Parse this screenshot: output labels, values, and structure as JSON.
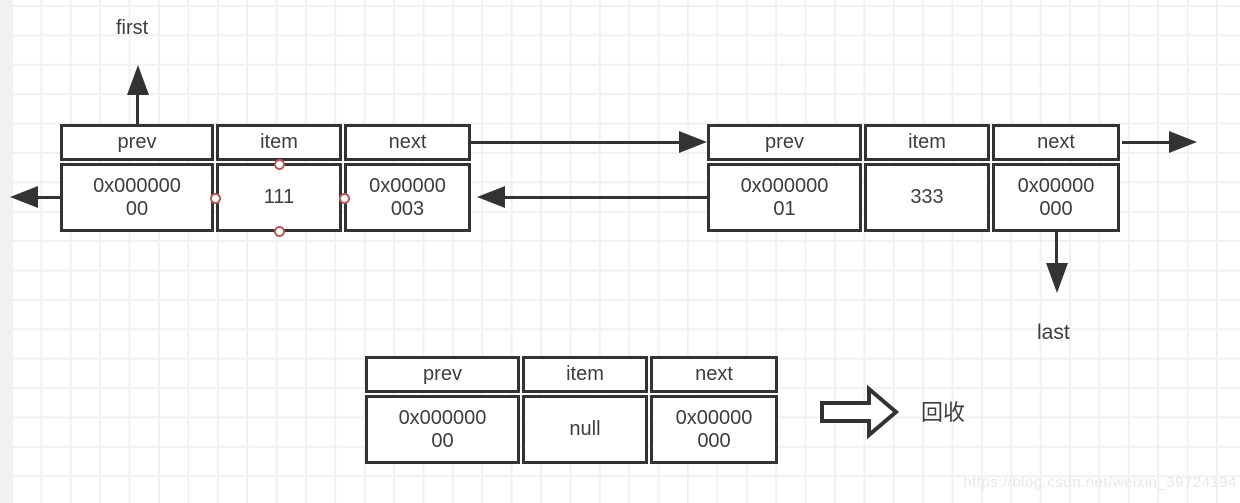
{
  "diagram": {
    "labels": {
      "first": "first",
      "last": "last",
      "recycle": "回收"
    },
    "watermark": "https://blog.csdn.net/weixin_39724194",
    "nodes": [
      {
        "name": "node-111",
        "headers": [
          "prev",
          "item",
          "next"
        ],
        "values": [
          "0x000000\n00",
          "111",
          "0x00000\n003"
        ]
      },
      {
        "name": "node-333",
        "headers": [
          "prev",
          "item",
          "next"
        ],
        "values": [
          "0x000000\n01",
          "333",
          "0x00000\n000"
        ]
      },
      {
        "name": "node-recycled",
        "headers": [
          "prev",
          "item",
          "next"
        ],
        "values": [
          "0x000000\n00",
          "null",
          "0x00000\n000"
        ]
      }
    ],
    "colors": {
      "line": "#333333",
      "text": "#3d3d3d",
      "handle_stroke": "#b65a5a",
      "grid_line": "#f1f1f1",
      "background": "#ffffff",
      "watermark": "#e8e8e8"
    }
  }
}
